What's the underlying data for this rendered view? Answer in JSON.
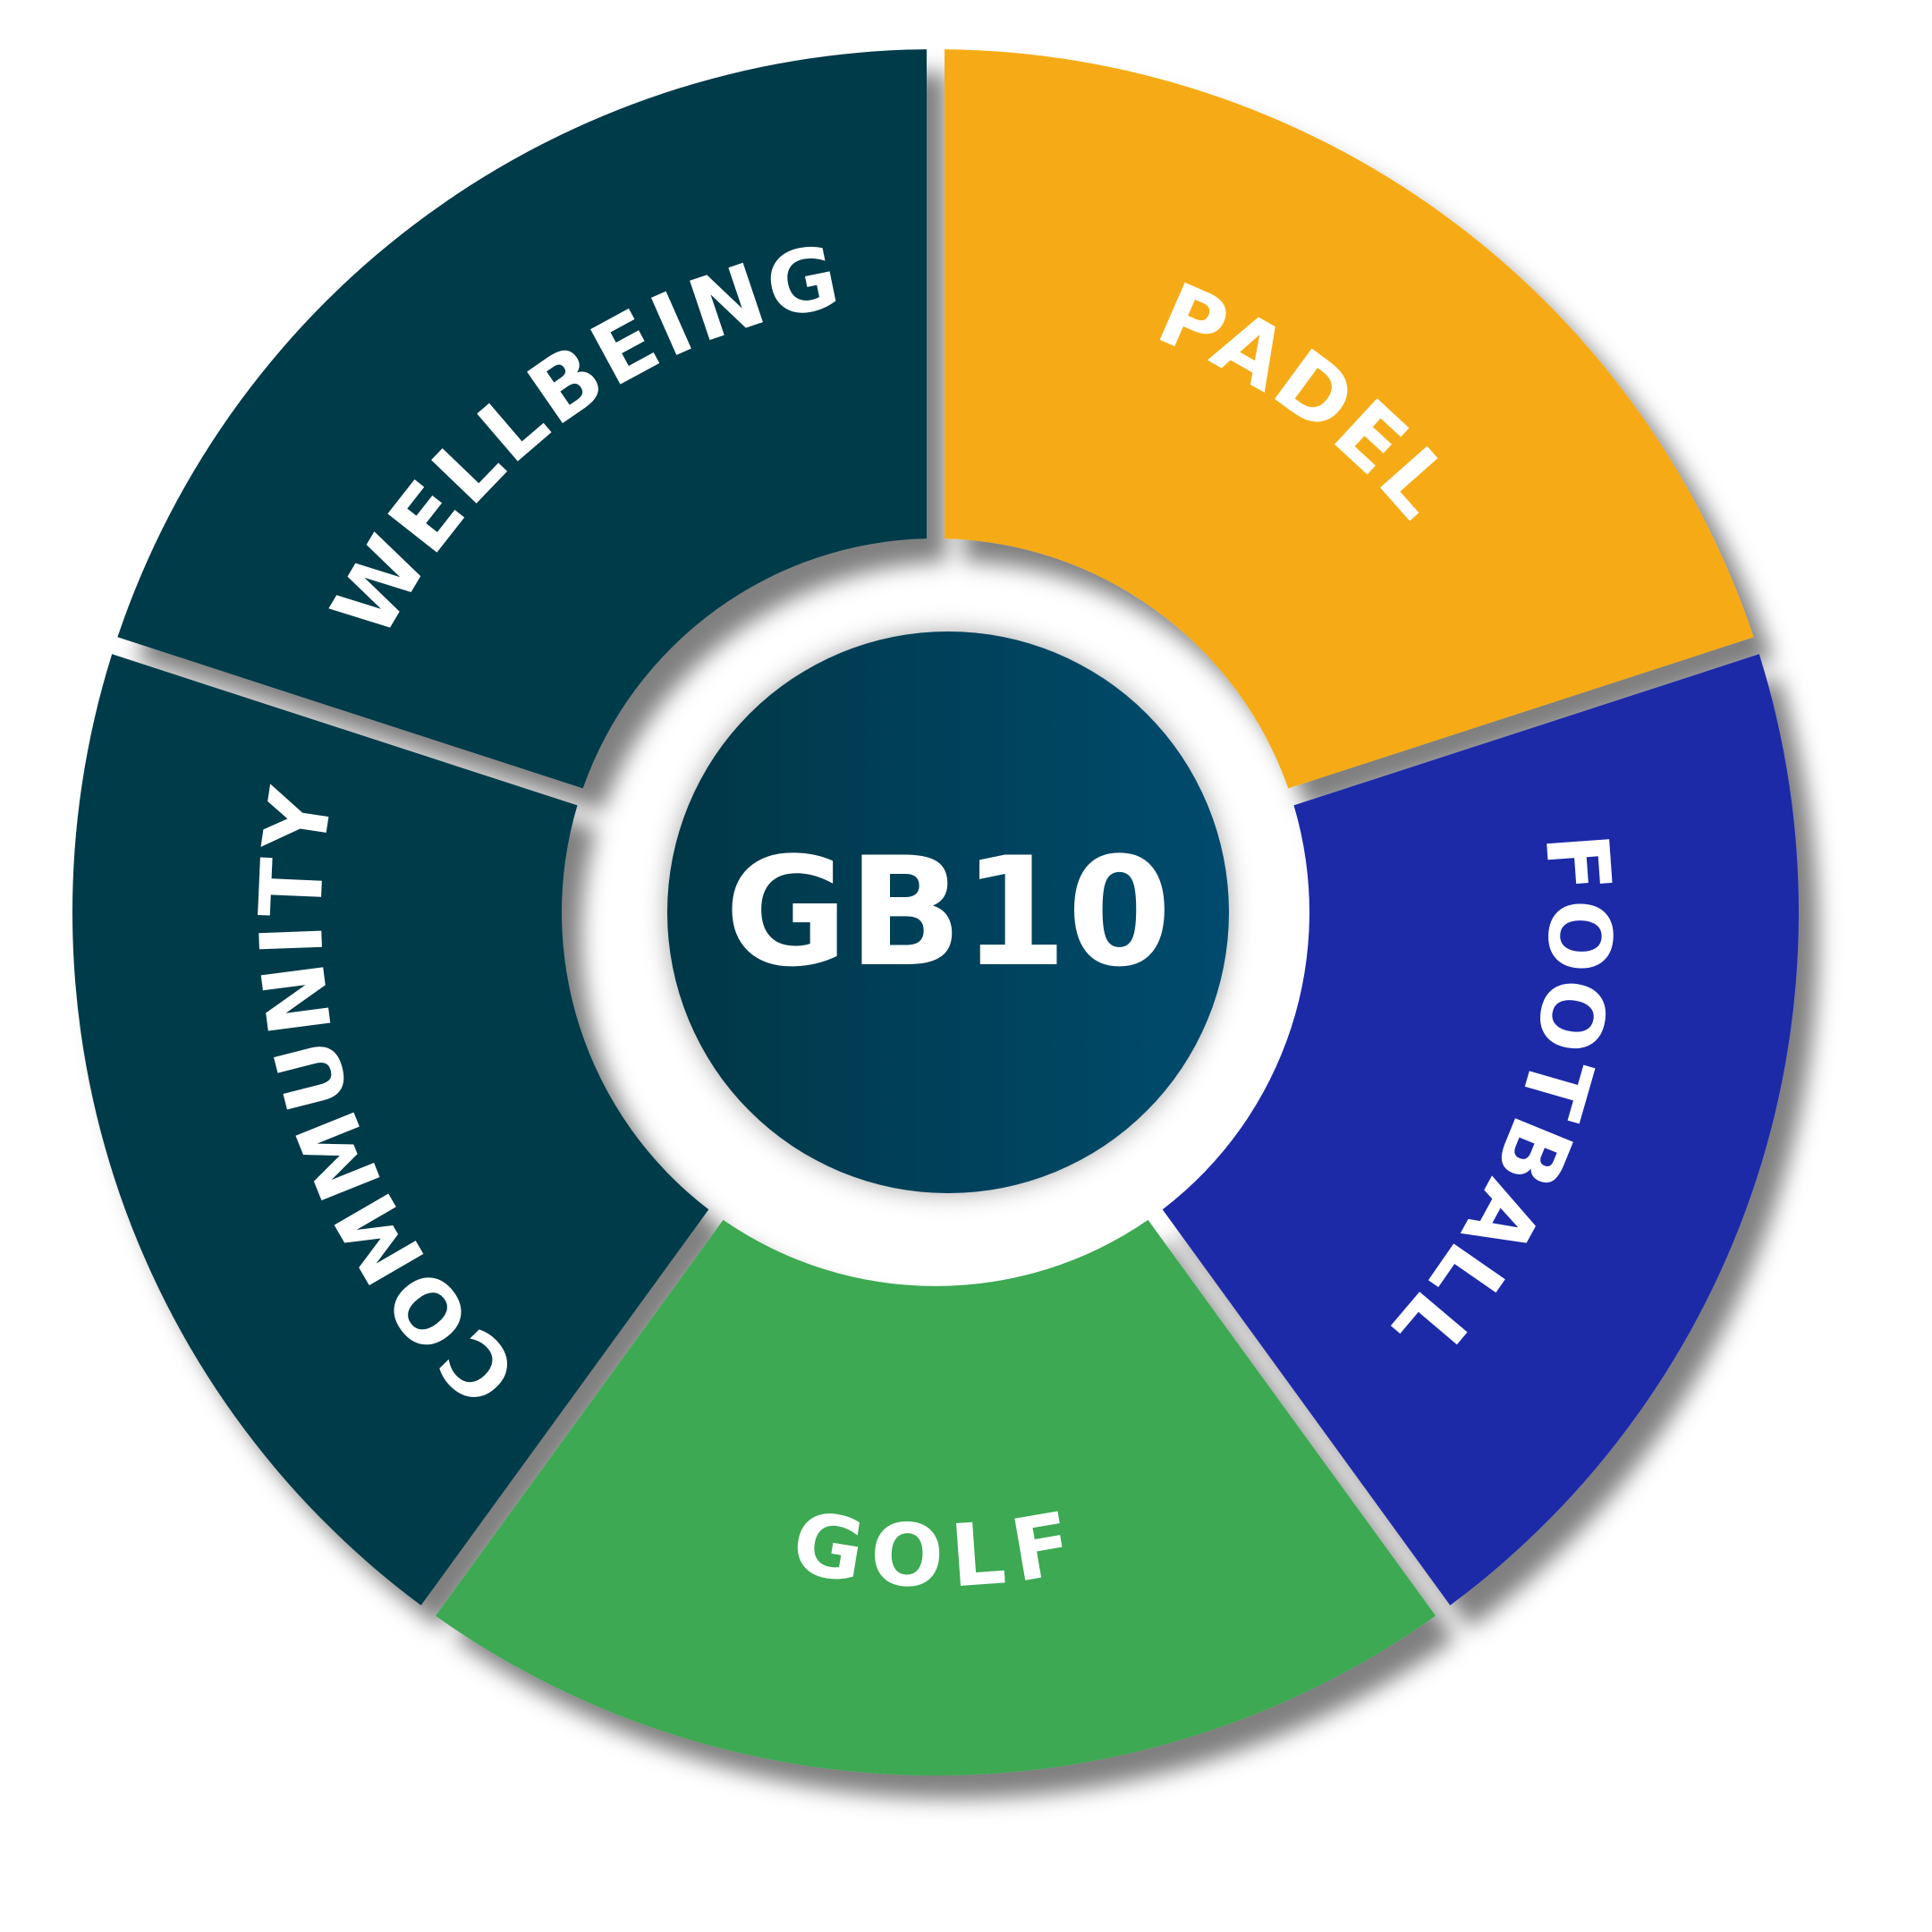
{
  "center": {
    "label": "GB10",
    "gradient_start": "#043746",
    "gradient_end": "#044B6E"
  },
  "segments": [
    {
      "id": "wellbeing",
      "label": "WELLBEING",
      "color": "#033A49"
    },
    {
      "id": "padel",
      "label": "PADEL",
      "color": "#F6AB12"
    },
    {
      "id": "football",
      "label": "FOOTBALL",
      "color": "#1F2AA8"
    },
    {
      "id": "golf",
      "label": "GOLF",
      "color": "#3EA953"
    },
    {
      "id": "community",
      "label": "COMMUNITY",
      "color": "#033A49"
    }
  ]
}
